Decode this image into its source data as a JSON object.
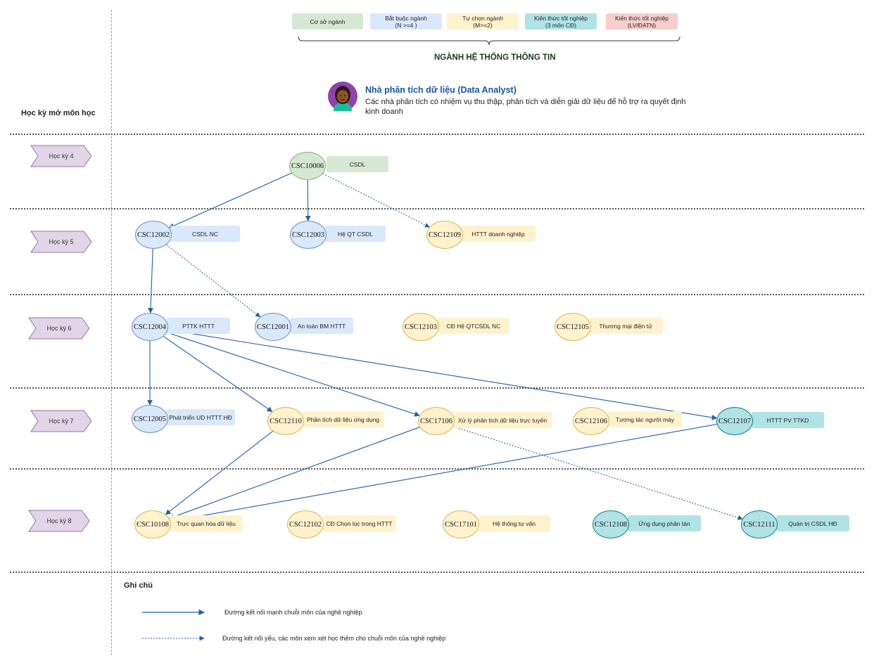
{
  "legend": {
    "items": [
      {
        "label": "Cơ sở ngành",
        "color": "#d5e8d4"
      },
      {
        "label": "Bắt buộc ngành\n(N >=4 )",
        "color": "#dae8fc"
      },
      {
        "label": "Tự chọn ngành\n(M>=2)",
        "color": "#fff2cc"
      },
      {
        "label": "Kiến thức tốt nghiệp\n(3 môn CĐ)",
        "color": "#b0e3e6"
      },
      {
        "label": "Kiến thức  tốt nghiệp\n(LV/ĐATN)",
        "color": "#f8cecc"
      }
    ],
    "major_title": "NGÀNH HỆ THỐNG THÔNG TIN"
  },
  "persona": {
    "title": "Nhà phân tích dữ liệu (Data Analyst)",
    "description": "Các nhà phân tích có nhiệm vụ thu thập, phân tích và diễn giải dữ liệu để hỗ trợ ra quyết định kinh doanh",
    "icon": "person-avatar-icon"
  },
  "semester_header": "Học kỳ mở môn học",
  "semesters": [
    "Học kỳ 4",
    "Học kỳ 5",
    "Học kỳ 6",
    "Học kỳ 7",
    "Học kỳ 8"
  ],
  "colors": {
    "co_so": "#d5e8d4",
    "bat_buoc": "#dae8fc",
    "tu_chon": "#fff2cc",
    "tot_nghiep": "#b0e3e6",
    "edge": "#1f5fa6",
    "semester_tag": "#e1d5e7",
    "semester_tag_border": "#9673a6"
  },
  "courses": [
    {
      "id": "n1",
      "code": "CSC10006",
      "name": "CSDL",
      "category": "co_so"
    },
    {
      "id": "n2",
      "code": "CSC12002",
      "name": "CSDL NC",
      "category": "bat_buoc"
    },
    {
      "id": "n3",
      "code": "CSC12003",
      "name": "Hệ QT CSDL",
      "category": "bat_buoc"
    },
    {
      "id": "n4",
      "code": "CSC12109",
      "name": "HTTT doanh nghiệp",
      "category": "tu_chon"
    },
    {
      "id": "n5",
      "code": "CSC12004",
      "name": "PTTK HTTT",
      "category": "bat_buoc"
    },
    {
      "id": "n6",
      "code": "CSC12001",
      "name": "An toàn BM HTTT",
      "category": "bat_buoc"
    },
    {
      "id": "n7",
      "code": "CSC12103",
      "name": "CĐ Hệ QTCSDL NC",
      "category": "tu_chon"
    },
    {
      "id": "n8",
      "code": "CSC12105",
      "name": "Thương mại điện tử",
      "category": "tu_chon"
    },
    {
      "id": "n9",
      "code": "CSC12005",
      "name": "Phát triển UD HTTT HĐ",
      "category": "bat_buoc"
    },
    {
      "id": "n10",
      "code": "CSC12110",
      "name": "Phân tích dữ liệu ứng dụng",
      "category": "tu_chon"
    },
    {
      "id": "n11",
      "code": "CSC17106",
      "name": "Xử lý phân tích dữ liệu trực tuyến",
      "category": "tu_chon"
    },
    {
      "id": "n12",
      "code": "CSC12106",
      "name": "Tương tác người máy",
      "category": "tu_chon"
    },
    {
      "id": "n13",
      "code": "CSC12107",
      "name": "HTTT PV TTKD",
      "category": "tot_nghiep"
    },
    {
      "id": "n14",
      "code": "CSC10108",
      "name": "Trực quan hóa dữ liệu",
      "category": "tu_chon"
    },
    {
      "id": "n15",
      "code": "CSC12102",
      "name": "CĐ Chọn lọc trong HTTT",
      "category": "tu_chon"
    },
    {
      "id": "n16",
      "code": "CSC17101",
      "name": "Hệ thống tư vấn",
      "category": "tu_chon"
    },
    {
      "id": "n17",
      "code": "CSC12108",
      "name": "Ứng dụng phân tán",
      "category": "tot_nghiep"
    },
    {
      "id": "n18",
      "code": "CSC12111",
      "name": "Quản trị CSDL HĐ",
      "category": "tot_nghiep"
    }
  ],
  "edges": [
    {
      "from": "n1",
      "to": "n2",
      "type": "strong"
    },
    {
      "from": "n1",
      "to": "n3",
      "type": "strong"
    },
    {
      "from": "n1",
      "to": "n4",
      "type": "weak"
    },
    {
      "from": "n2",
      "to": "n5",
      "type": "strong"
    },
    {
      "from": "n2",
      "to": "n6",
      "type": "weak"
    },
    {
      "from": "n5",
      "to": "n9",
      "type": "strong"
    },
    {
      "from": "n5",
      "to": "n10",
      "type": "strong"
    },
    {
      "from": "n5",
      "to": "n11",
      "type": "strong"
    },
    {
      "from": "n5",
      "to": "n13",
      "type": "strong"
    },
    {
      "from": "n10",
      "to": "n14",
      "type": "strong"
    },
    {
      "from": "n11",
      "to": "n14",
      "type": "strong"
    },
    {
      "from": "n13",
      "to": "n14",
      "type": "strong"
    },
    {
      "from": "n11",
      "to": "n18",
      "type": "weak"
    }
  ],
  "notes": {
    "title": "Ghi chú",
    "strong": "Đường kết nối mạnh chuỗi môn của nghề nghiệp",
    "weak": "Đường kết nối yếu, các môn xem xét học thêm cho chuỗi môn của nghề nghiệp"
  }
}
